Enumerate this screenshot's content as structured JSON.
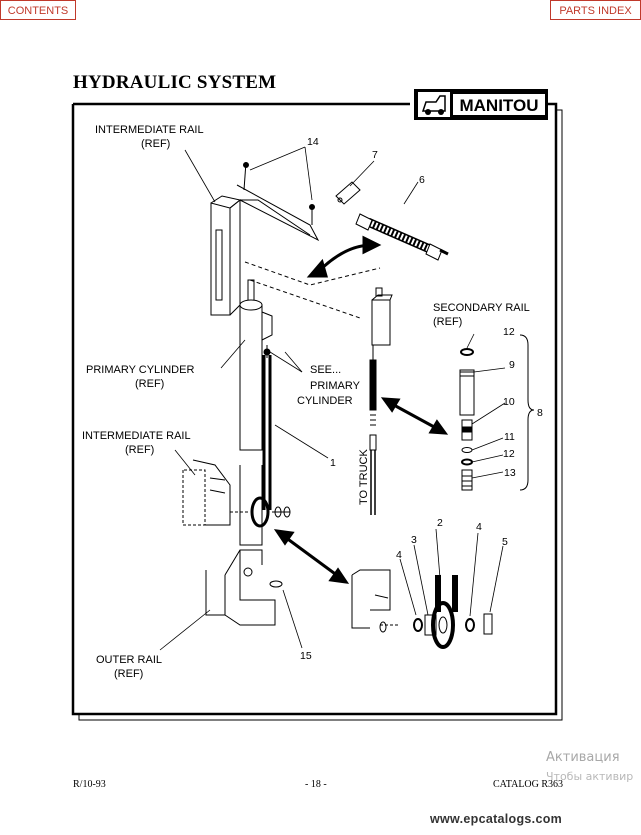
{
  "nav": {
    "contents": "CONTENTS",
    "parts_index": "PARTS INDEX"
  },
  "title": "HYDRAULIC SYSTEM",
  "brand": {
    "logo_text": "MANITOU"
  },
  "labels": {
    "intermediate_rail_top_1": "INTERMEDIATE RAIL",
    "intermediate_rail_top_2": "(REF)",
    "secondary_rail_1": "SECONDARY RAIL",
    "secondary_rail_2": "(REF)",
    "primary_cylinder_1": "PRIMARY CYLINDER",
    "primary_cylinder_2": "(REF)",
    "see_1": "SEE...",
    "see_2": "PRIMARY",
    "see_3": "CYLINDER",
    "intermediate_rail_mid_1": "INTERMEDIATE RAIL",
    "intermediate_rail_mid_2": "(REF)",
    "outer_rail_1": "OUTER RAIL",
    "outer_rail_2": "(REF)",
    "to_truck": "TO TRUCK"
  },
  "callouts": {
    "c14": "14",
    "c7": "7",
    "c6": "6",
    "c12a": "12",
    "c9": "9",
    "c10": "10",
    "c8": "8",
    "c11": "11",
    "c12b": "12",
    "c13": "13",
    "c1": "1",
    "c2": "2",
    "c3": "3",
    "c4a": "4",
    "c4b": "4",
    "c5": "5",
    "c15": "15"
  },
  "footer": {
    "revision": "R/10-93",
    "page": "- 18 -",
    "catalog": "CATALOG R363"
  },
  "watermark": {
    "line1": "Активация",
    "line2": "Чтобы активир"
  },
  "site": "www.epcatalogs.com",
  "colors": {
    "nav_border": "#c0392b",
    "ink": "#000000"
  }
}
